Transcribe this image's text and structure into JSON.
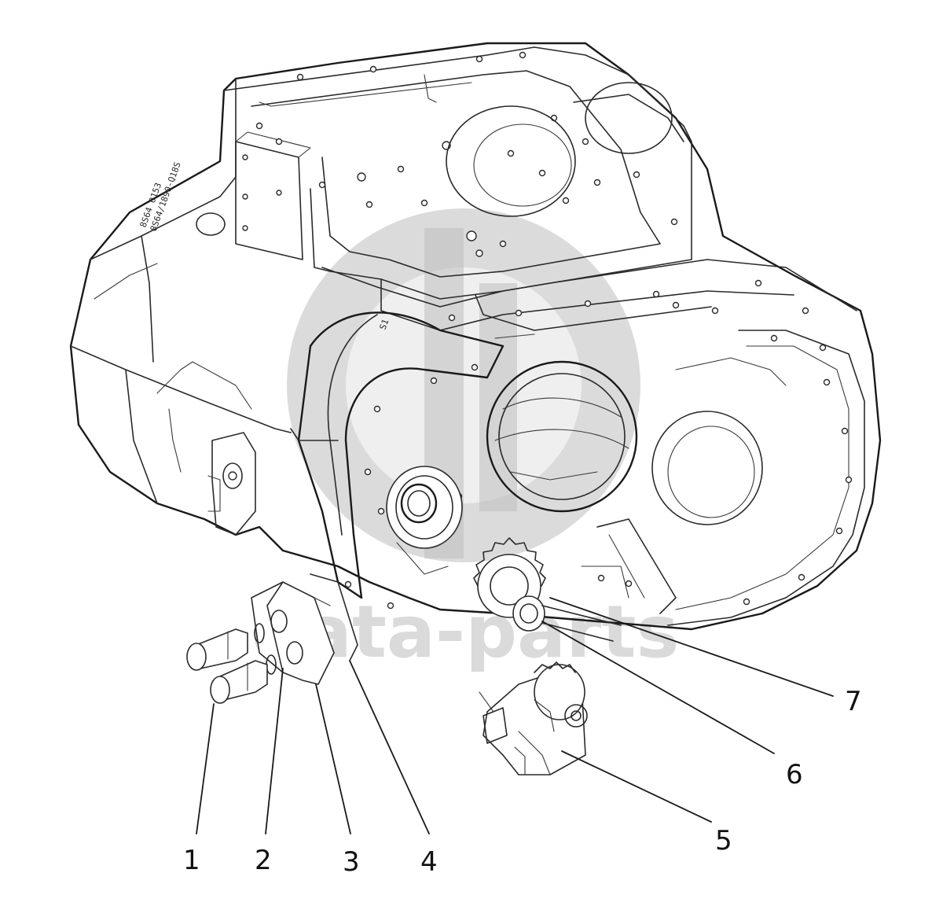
{
  "watermark": {
    "brand_text": "data-parts",
    "color": "#bdbdbd"
  },
  "casting_marks": [
    "8S64 0153",
    "8S64/1890-Q18S",
    "S1"
  ],
  "callouts": [
    {
      "number": "1"
    },
    {
      "number": "2"
    },
    {
      "number": "3"
    },
    {
      "number": "4"
    },
    {
      "number": "5"
    },
    {
      "number": "6"
    },
    {
      "number": "7"
    }
  ],
  "colors": {
    "line": "#2a2a2a",
    "background": "#ffffff"
  }
}
